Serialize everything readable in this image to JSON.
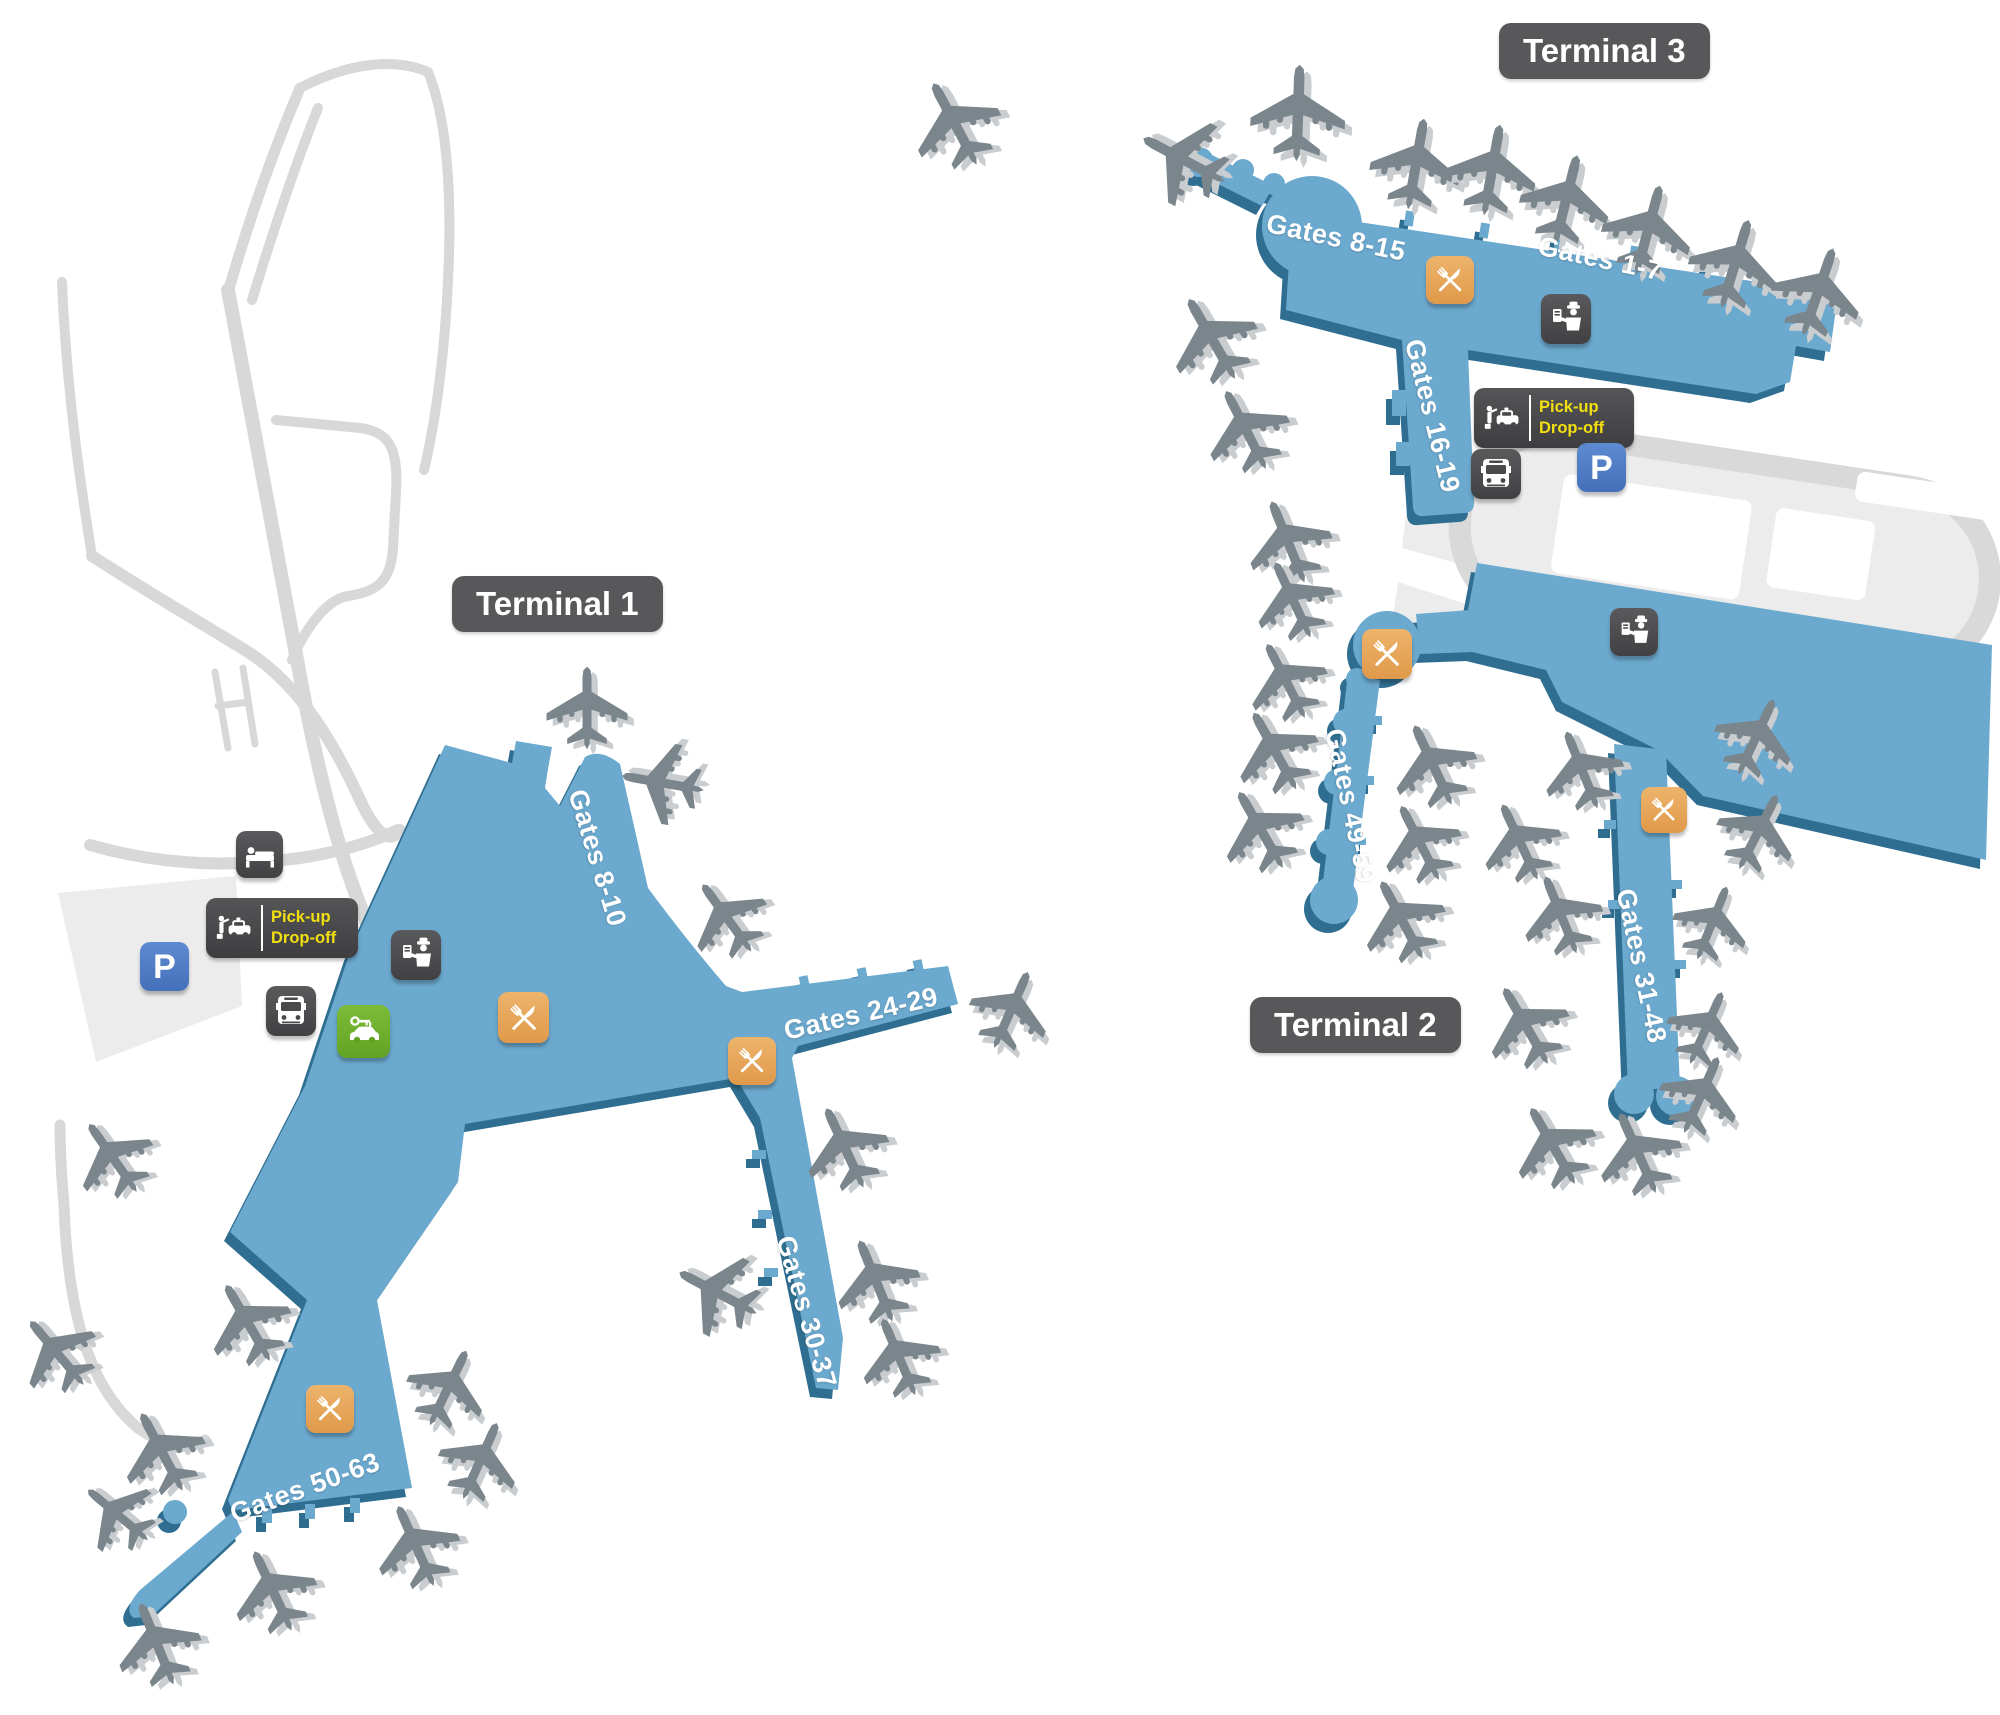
{
  "page": {
    "type": "airport-terminal-map"
  },
  "terminals": [
    {
      "id": "terminal-1",
      "label": "Terminal 1",
      "gates": [
        {
          "label": "Gates 8-10"
        },
        {
          "label": "Gates 24-29"
        },
        {
          "label": "Gates 30-37"
        },
        {
          "label": "Gates 50-63"
        }
      ]
    },
    {
      "id": "terminal-2",
      "label": "Terminal 2",
      "gates": [
        {
          "label": "Gates 49-59"
        },
        {
          "label": "Gates 31-48"
        }
      ]
    },
    {
      "id": "terminal-3",
      "label": "Terminal 3",
      "gates": [
        {
          "label": "Gates 8-15"
        },
        {
          "label": "Gates 1-7"
        },
        {
          "label": "Gates 16-19"
        }
      ]
    }
  ],
  "pickup_dropoff": {
    "line1": "Pick-up",
    "line2": "Drop-off"
  },
  "parking_label": "P",
  "legend_icons": [
    "restaurant-icon",
    "passport-control-icon",
    "bus-icon",
    "parking-icon",
    "hotel-icon",
    "car-rental-icon",
    "taxi-pickup-icon",
    "airplane-icon"
  ],
  "colors": {
    "terminal_fill": "#6CA9CE",
    "terminal_edge": "#2F6E90",
    "plane": "#7A858C",
    "plane_shadow": "#C9CDD0",
    "road": "#D8D8D8",
    "road_area": "#ECECEC",
    "badge_bg": "#58585B",
    "restaurant_orange": "#E8A85D",
    "dark_icon": "#49494B",
    "parking_blue": "#4C7CC4",
    "car_green": "#72B22E",
    "pickup_yellow": "#F2DF0F",
    "label_text": "#FFFFFF"
  }
}
